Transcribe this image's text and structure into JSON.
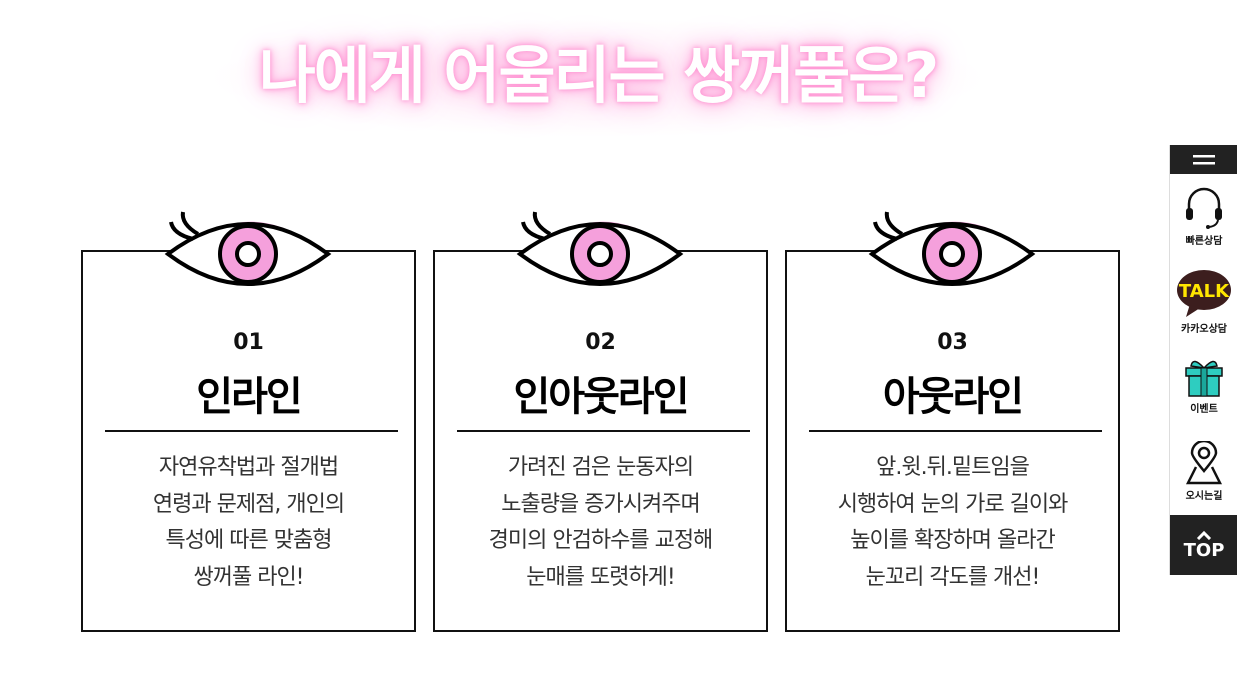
{
  "title": "나에게 어울리는 쌍꺼풀은?",
  "colors": {
    "pink": "#f5a0dc",
    "dark": "#222222",
    "kakao": "#3c1e1e",
    "gift": "#2ecdc0"
  },
  "cards": [
    {
      "num": "01",
      "name": "인라인",
      "lines": [
        "자연유착법과 절개법",
        "연령과 문제점, 개인의",
        "특성에 따른 맞춤형",
        "쌍꺼풀 라인!"
      ]
    },
    {
      "num": "02",
      "name": "인아웃라인",
      "lines": [
        "가려진 검은 눈동자의",
        "노출량을 증가시켜주며",
        "경미의 안검하수를 교정해",
        "눈매를 또렷하게!"
      ]
    },
    {
      "num": "03",
      "name": "아웃라인",
      "lines": [
        "앞.윗.뒤.밑트임을",
        "시행하여 눈의 가로 길이와",
        "높이를 확장하며 올라간",
        "눈꼬리 각도를 개선!"
      ]
    }
  ],
  "sidebar": {
    "items": [
      {
        "label": "빠른상담",
        "icon": "headset-icon"
      },
      {
        "label": "카카오상담",
        "icon": "kakao-talk-icon",
        "badge": "TALK"
      },
      {
        "label": "이벤트",
        "icon": "gift-icon"
      },
      {
        "label": "오시는길",
        "icon": "location-pin-icon"
      }
    ],
    "top_label": "TOP"
  }
}
